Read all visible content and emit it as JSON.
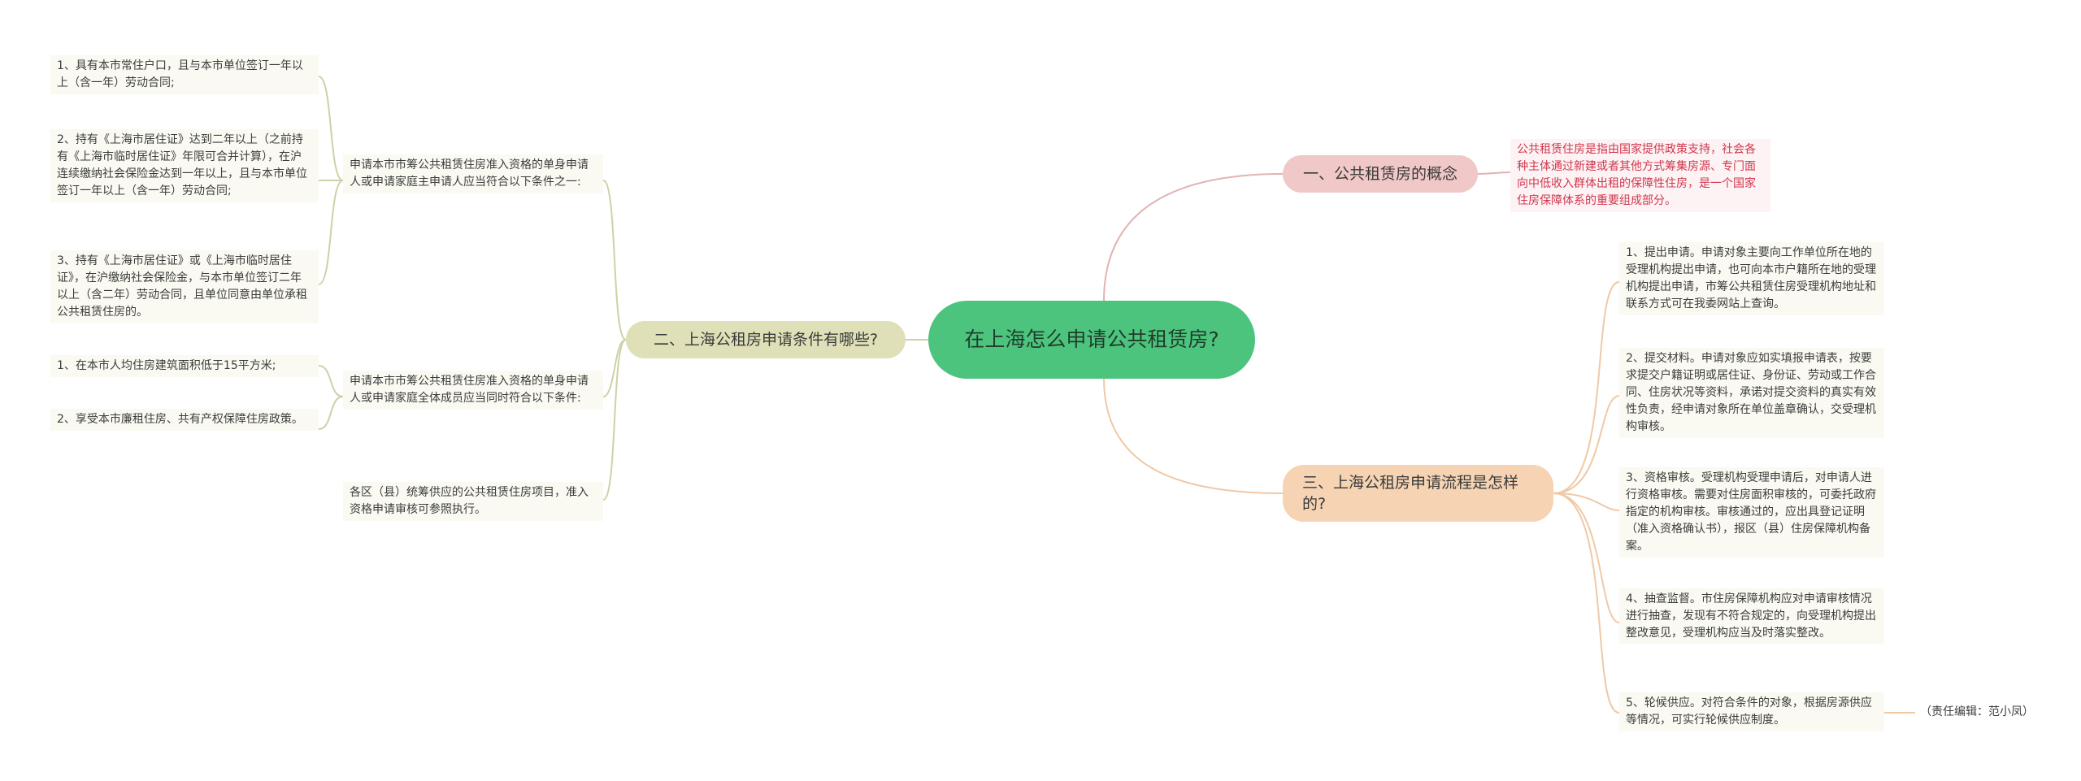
{
  "root": {
    "text": "在上海怎么申请公共租赁房?"
  },
  "branches": {
    "concept": {
      "title": "一、公共租赁房的概念",
      "definition": "公共租赁住房是指由国家提供政策支持，社会各种主体通过新建或者其他方式筹集房源、专门面向中低收入群体出租的保障性住房，是一个国家住房保障体系的重要组成部分。"
    },
    "conditions": {
      "title": "二、上海公租房申请条件有哪些?",
      "group1": {
        "text": "申请本市市筹公共租赁住房准入资格的单身申请人或申请家庭主申请人应当符合以下条件之一:",
        "items": [
          "1、具有本市常住户口，且与本市单位签订一年以上（含一年）劳动合同;",
          "2、持有《上海市居住证》达到二年以上（之前持有《上海市临时居住证》年限可合并计算），在沪连续缴纳社会保险金达到一年以上，且与本市单位签订一年以上（含一年）劳动合同;",
          "3、持有《上海市居住证》或《上海市临时居住证》，在沪缴纳社会保险金，与本市单位签订二年以上（含二年）劳动合同，且单位同意由单位承租公共租赁住房的。"
        ]
      },
      "group2": {
        "text": "申请本市市筹公共租赁住房准入资格的单身申请人或申请家庭全体成员应当同时符合以下条件:",
        "items": [
          "1、在本市人均住房建筑面积低于15平方米;",
          "2、享受本市廉租住房、共有产权保障住房政策。"
        ]
      },
      "group3": {
        "text": "各区（县）统筹供应的公共租赁住房项目，准入资格申请审核可参照执行。"
      }
    },
    "process": {
      "title": "三、上海公租房申请流程是怎样的?",
      "steps": [
        "1、提出申请。申请对象主要向工作单位所在地的受理机构提出申请，也可向本市户籍所在地的受理机构提出申请，市筹公共租赁住房受理机构地址和联系方式可在我委网站上查询。",
        "2、提交材料。申请对象应如实填报申请表，按要求提交户籍证明或居住证、身份证、劳动或工作合同、住房状况等资料，承诺对提交资料的真实有效性负责，经申请对象所在单位盖章确认，交受理机构审核。",
        "3、资格审核。受理机构受理申请后，对申请人进行资格审核。需要对住房面积审核的，可委托政府指定的机构审核。审核通过的，应出具登记证明（准入资格确认书），报区（县）住房保障机构备案。",
        "4、抽查监督。市住房保障机构应对申请审核情况进行抽查，发现有不符合规定的，向受理机构提出整改意见，受理机构应当及时落实整改。",
        "5、轮候供应。对符合条件的对象，根据房源供应等情况，可实行轮候供应制度。"
      ],
      "editor": "（责任编辑：范小凤）"
    }
  },
  "colors": {
    "root": "#4dc47d",
    "concept": "#f1c8c8",
    "conditions": "#dfe0b8",
    "process": "#f5d3b3",
    "definition_text": "#d0374d"
  }
}
